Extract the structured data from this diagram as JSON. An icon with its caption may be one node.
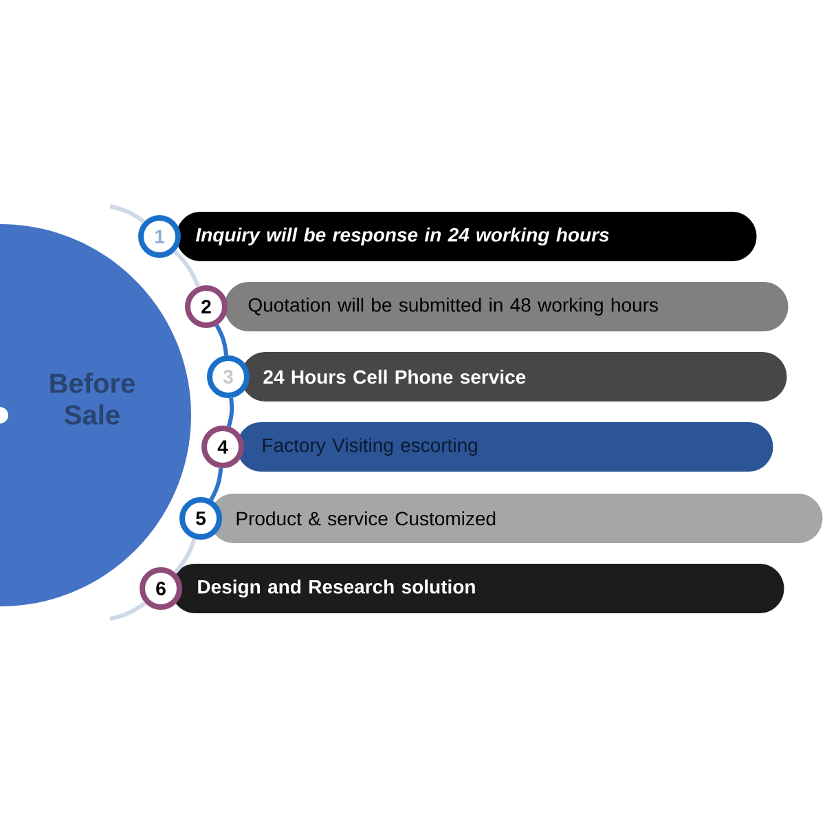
{
  "diagram": {
    "nodes": [
      {
        "text": [
          "Before Sale"
        ]
      },
      {
        "text": [
          "1"
        ]
      },
      {
        "text": [
          "Inquiry will be response in 24  working hours"
        ]
      },
      {
        "text": [
          "2"
        ]
      },
      {
        "text": [
          "Quotation will be submitted in 48 working hours"
        ]
      },
      {
        "text": [
          "3"
        ]
      },
      {
        "text": [
          "24 Hours Cell Phone service"
        ]
      },
      {
        "text": [
          "4"
        ]
      },
      {
        "text": [
          "Factory Visiting escorting"
        ]
      },
      {
        "text": [
          "5"
        ]
      },
      {
        "text": [
          "Product & service Customized"
        ]
      },
      {
        "text": [
          "6"
        ]
      },
      {
        "text": [
          "Design and Research solution"
        ]
      }
    ],
    "edges": [
      {
        "from": null,
        "to": 1,
        "arrow": "none"
      },
      {
        "from": 1,
        "to": 3,
        "arrow": "none"
      },
      {
        "from": 3,
        "to": 5,
        "arrow": "none",
        "color": "#2e75c8"
      },
      {
        "from": 5,
        "to": 7,
        "arrow": "none",
        "color": "#2e75c8"
      },
      {
        "from": 7,
        "to": 9,
        "arrow": "none",
        "color": "#2e75c8"
      },
      {
        "from": 9,
        "to": 11,
        "arrow": "none"
      },
      {
        "from": 11,
        "to": null,
        "arrow": "none"
      }
    ]
  }
}
